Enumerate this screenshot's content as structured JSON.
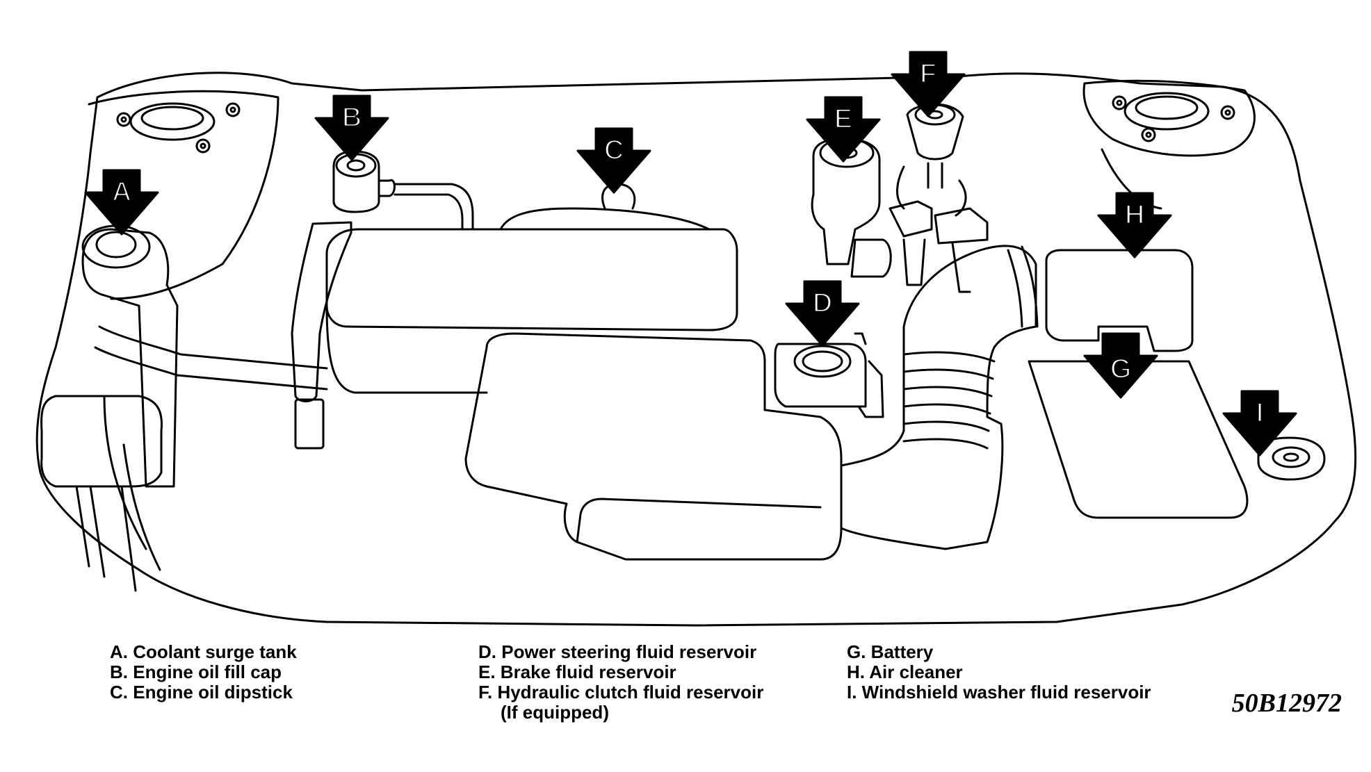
{
  "callouts": [
    "A",
    "B",
    "C",
    "D",
    "E",
    "F",
    "G",
    "H",
    "I"
  ],
  "legend": {
    "col1": [
      "A. Coolant surge tank",
      "B. Engine oil fill cap",
      "C. Engine oil dipstick"
    ],
    "col2": [
      "D. Power steering fluid reservoir",
      "E. Brake fluid reservoir",
      "F. Hydraulic clutch fluid reservoir",
      "(If equipped)"
    ],
    "col3": [
      "G. Battery",
      "H. Air cleaner",
      "I. Windshield washer fluid reservoir"
    ]
  },
  "figure_number": "50B12972",
  "colors": {
    "line": "#000000",
    "background": "#ffffff",
    "callout_text": "#ffffff"
  }
}
